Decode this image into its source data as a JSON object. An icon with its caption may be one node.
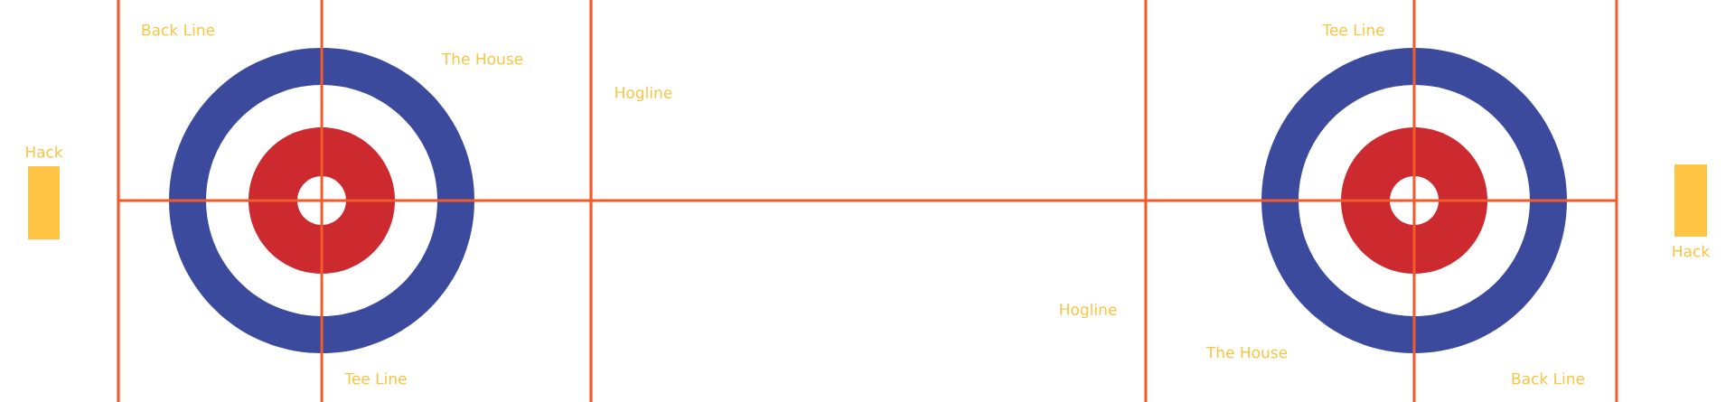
{
  "diagram": {
    "nodes": [
      {
        "text": [
          "Hack"
        ]
      },
      {
        "text": [
          "Hack"
        ]
      }
    ],
    "labels": [
      "Back Line",
      "Tee Line",
      "The House",
      "Hogline",
      "Hogline",
      "The House",
      "Tee Line",
      "Back Line"
    ]
  }
}
